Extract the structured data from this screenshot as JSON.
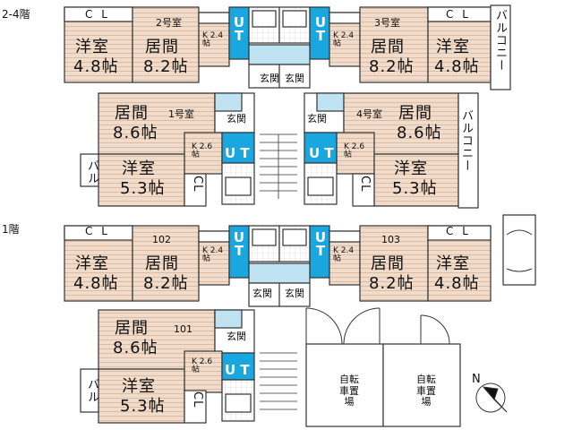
{
  "floors": {
    "upper": "2-4階",
    "first": "1階"
  },
  "units": {
    "u2": "2号室",
    "u3": "3号室",
    "u1": "1号室",
    "u4": "4号室",
    "u102": "102",
    "u103": "103",
    "u101": "101"
  },
  "rooms": {
    "youshitsu": "洋室",
    "kyoma": "居間",
    "cl": "C L",
    "cl_v": "CL",
    "ut": "U T",
    "genkan": "玄関",
    "balcony": "バルコニー",
    "bal_short": "バル",
    "bicycle": "自転車置場"
  },
  "sizes": {
    "s48": "4.8帖",
    "s82": "8.2帖",
    "s86": "8.6帖",
    "s53": "5.3帖",
    "k24": "K 2.4帖",
    "k26": "K 2.6帖"
  },
  "compass": "N",
  "colors": {
    "wood": "#f1dccb",
    "wood_line": "#c79d80",
    "bath": "#1aa7df",
    "tile": "#bfe3f3",
    "wall": "#333333"
  }
}
